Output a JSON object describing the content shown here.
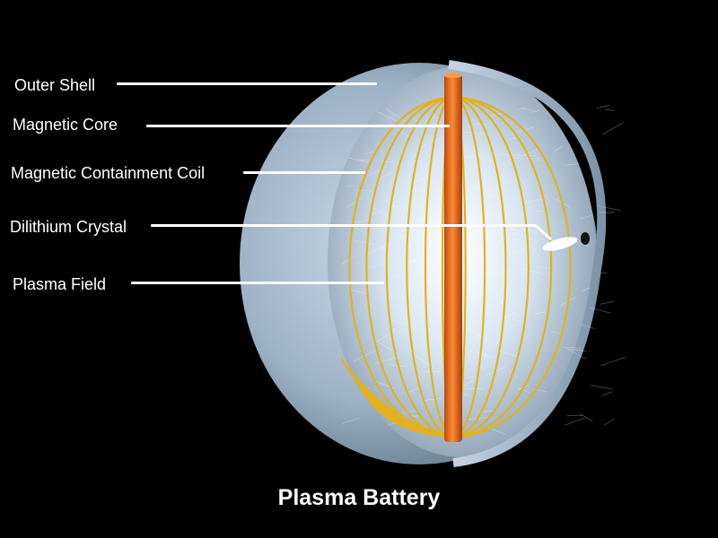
{
  "title": "Plasma Battery",
  "labels": {
    "outer_shell": "Outer Shell",
    "magnetic_core": "Magnetic Core",
    "containment_coil": "Magnetic Containment Coil",
    "dilithium_crystal": "Dilithium Crystal",
    "plasma_field": "Plasma Field"
  },
  "colors": {
    "background": "#000000",
    "shell": "#9fb3c6",
    "coil": "#e2b21c",
    "core": "#e2641a",
    "plasma": "#eef6ff",
    "text": "#ffffff"
  }
}
